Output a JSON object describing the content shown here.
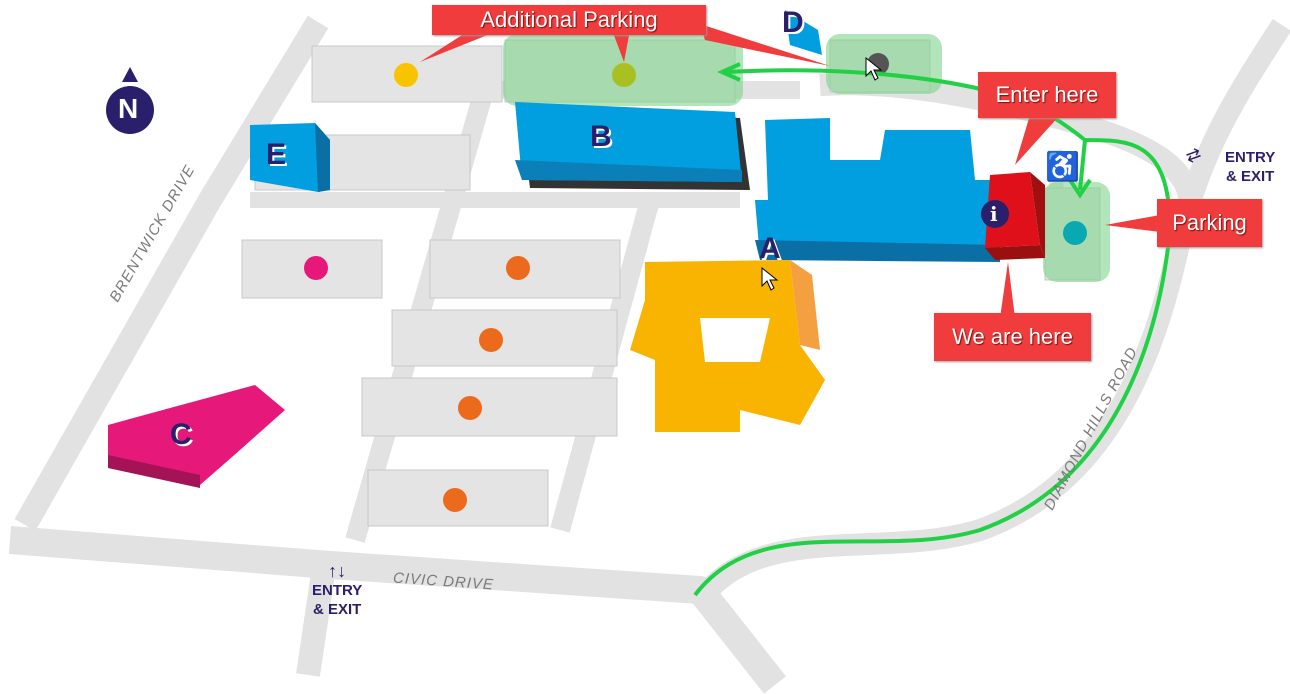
{
  "callouts": {
    "additional_parking": "Additional Parking",
    "enter_here": "Enter here",
    "parking": "Parking",
    "we_are_here": "We are here"
  },
  "roads": {
    "brentwick": "BRENTWICK DRIVE",
    "civic": "CIVIC DRIVE",
    "diamond_hills": "DIAMOND HILLS ROAD"
  },
  "entries": {
    "bottom": {
      "arrows": "↑↓",
      "line1": "ENTRY",
      "line2": "& EXIT"
    },
    "right": {
      "arrows": "⇄",
      "line1": "ENTRY",
      "line2": "& EXIT"
    }
  },
  "buildings": {
    "a": "A",
    "b": "B",
    "c": "C",
    "d": "D",
    "e": "E"
  },
  "compass": "N",
  "info_icon": "i",
  "colors": {
    "route": "#22d045",
    "callout": "#f03c3c",
    "building_a": "#f8b400",
    "building_b": "#019ee0",
    "building_c": "#e6197a",
    "we_are_here": "#e0101a",
    "navy": "#2a1f6b"
  }
}
